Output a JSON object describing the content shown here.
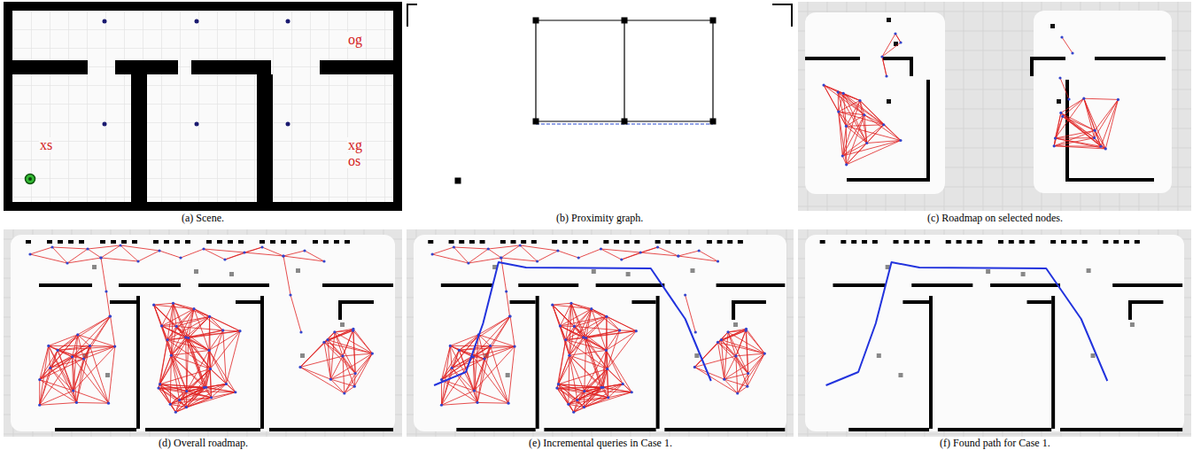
{
  "diagram": {
    "labels": [
      "og",
      "xs",
      "xg",
      "os",
      "(a) Scene.",
      "(b) Proximity graph.",
      "(c) Roadmap on selected nodes.",
      "(d) Overall roadmap.",
      "(e) Incremental queries in Case 1.",
      "(f) Found path for Case 1."
    ]
  }
}
